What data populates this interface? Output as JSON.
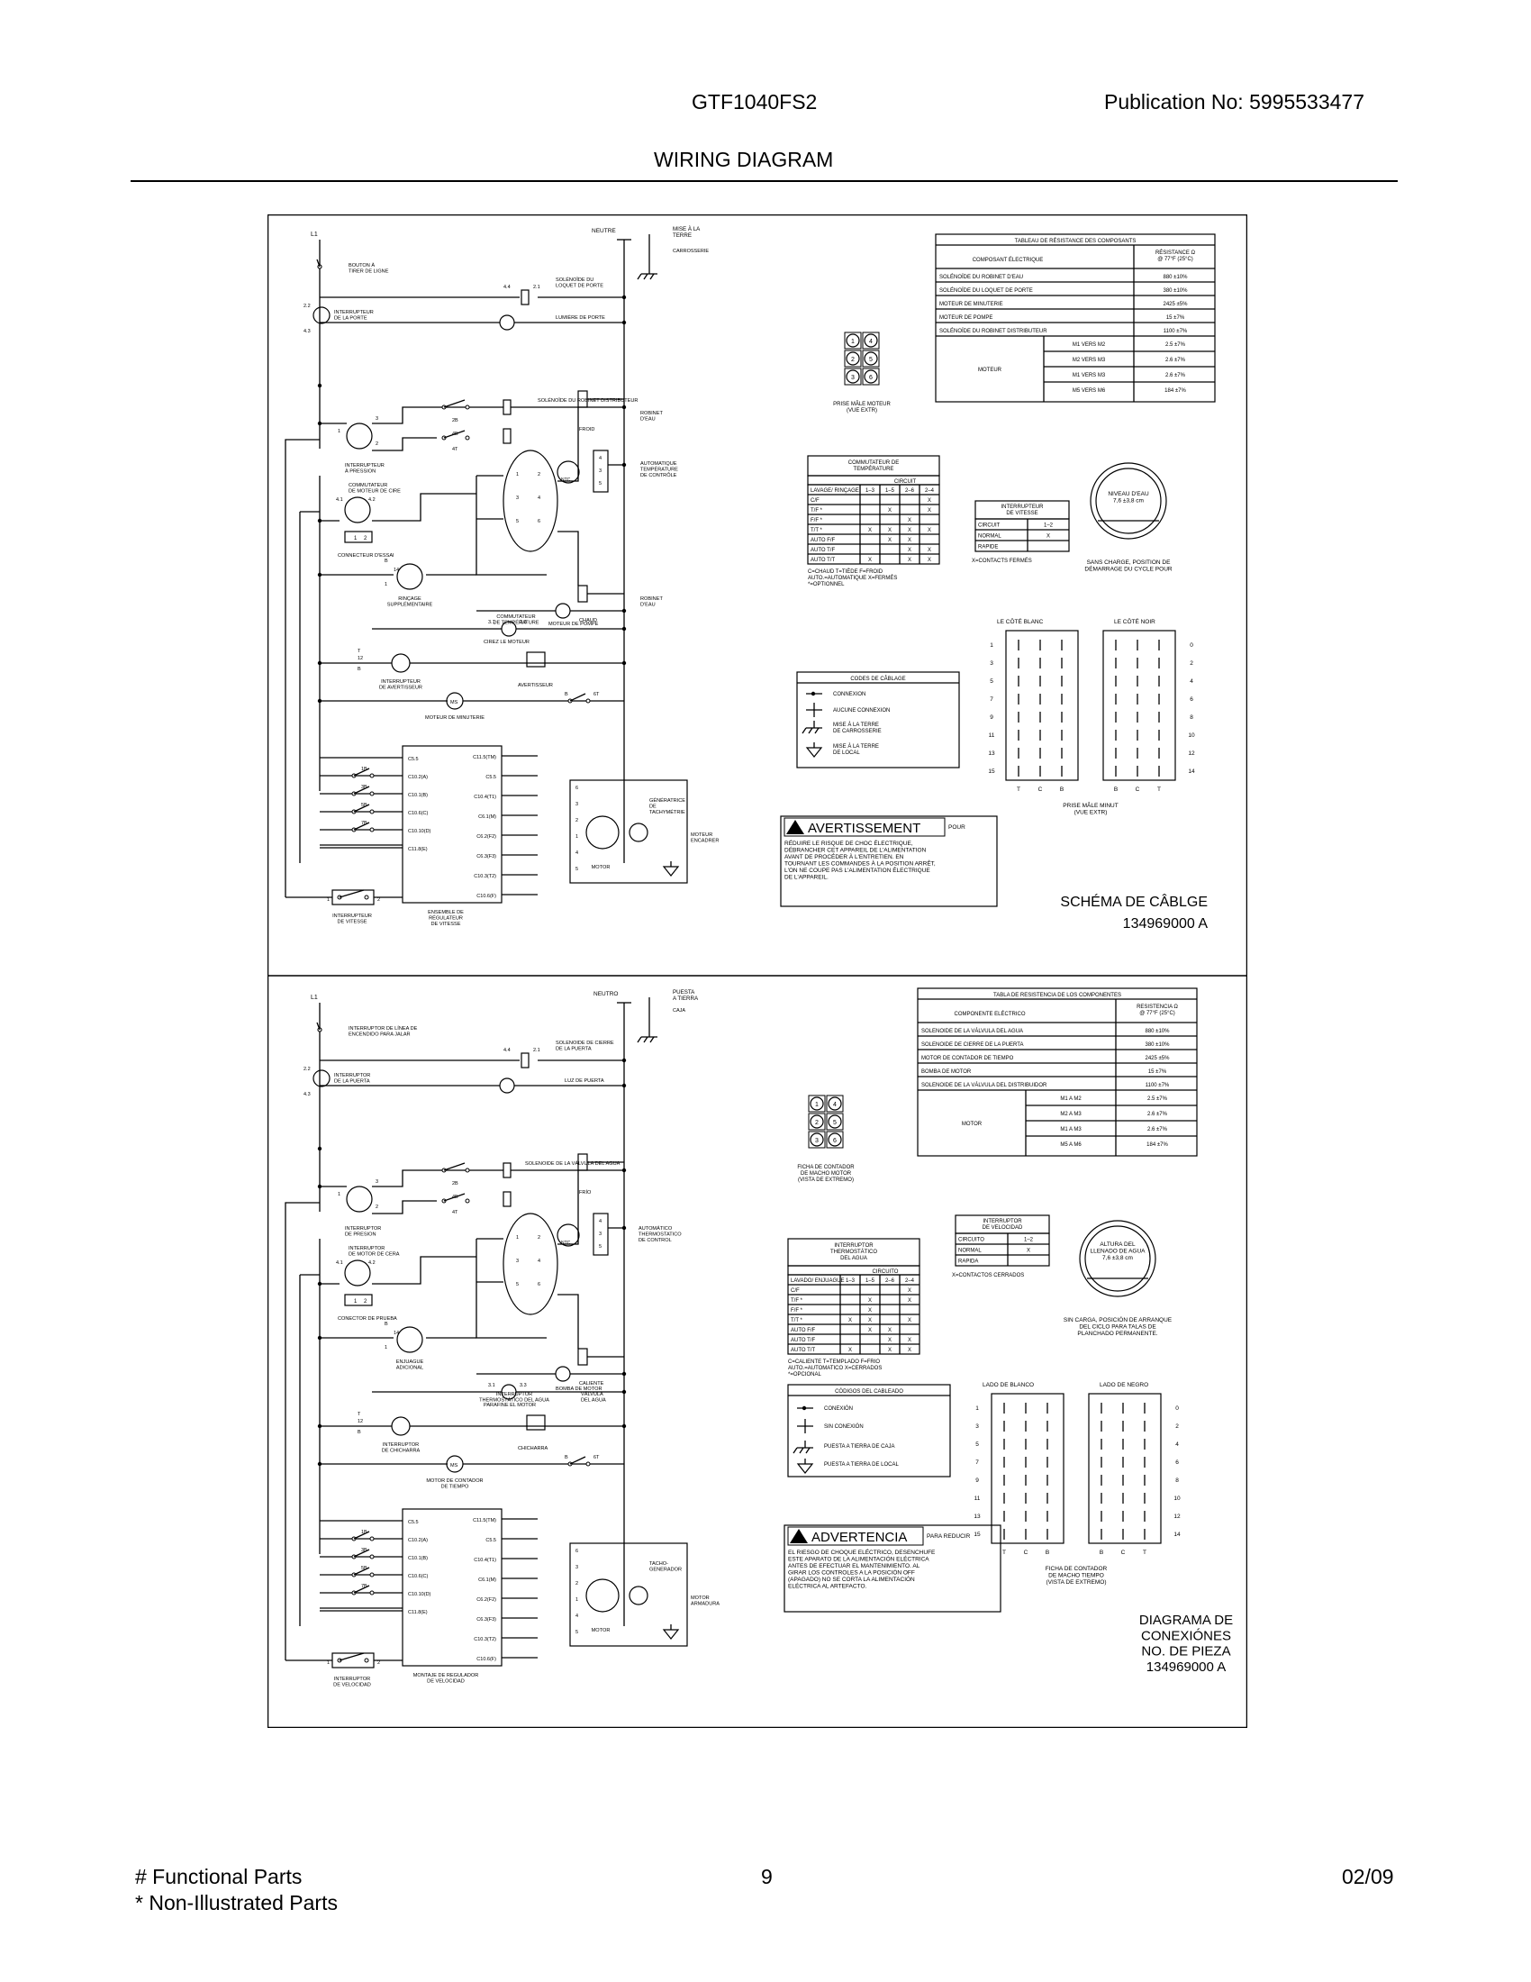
{
  "header": {
    "model": "GTF1040FS2",
    "publication": "Publication No:  5995533477",
    "title": "WIRING DIAGRAM"
  },
  "footer": {
    "functional": "# Functional Parts",
    "non_illustrated": "* Non-Illustrated Parts",
    "page": "9",
    "date": "02/09"
  },
  "french": {
    "l1": "L1",
    "neutre": "NEUTRE",
    "mise_terre": [
      "MISE À LA",
      "TERRE"
    ],
    "carrosserie": "CARROSSERIE",
    "bouton": [
      "BOUTON À",
      "TIRER DE LIGNE"
    ],
    "interrupteur_porte": [
      "INTERRUPTEUR",
      "DE LA PORTE"
    ],
    "solenoide_porte": [
      "SOLÉNOÏDE DU",
      "LOQUET DE PORTE"
    ],
    "lumiere": "LUMIÈRE DE PORTE",
    "solenoide_distributeur": "SOLÉNOÏDE DU ROBINET DISTRIBUTEUR",
    "robinet_eau": [
      "ROBINET",
      "D'EAU"
    ],
    "froid": "FROID",
    "chaud": "CHAUD",
    "automatique": [
      "AUTOMATIQUE",
      "TEMPÉRATURE",
      "DE CONTRÔLE"
    ],
    "interrupteur_pression": [
      "INTERRUPTEUR",
      "À PRESSION"
    ],
    "commutateur_cire": [
      "COMMUTATEUR",
      "DE MOTEUR DE CIRE"
    ],
    "connecteur": "CONNECTEUR D'ESSAI",
    "rincage": [
      "RINÇAGE",
      "SUPPLÉMENTAIRE"
    ],
    "commutateur_temp": [
      "COMMUTATEUR",
      "DE TEMPÉRATURE"
    ],
    "moteur_pompe": "MOTEUR DE POMPE",
    "cirez": "CIREZ LE MOTEUR",
    "interrupteur_avertisseur": [
      "INTERRUPTEUR",
      "DE AVERTISSEUR"
    ],
    "avertisseur": "AVERTISSEUR",
    "moteur_minuterie": "MOTEUR DE MINUTERIE",
    "generatrice": [
      "GÉNÉRATRICE",
      "DE",
      "TACHYMÉTRIE"
    ],
    "motor": "MOTOR",
    "moteur_encadrer": [
      "MOTEUR",
      "ENCADRER"
    ],
    "interrupteur_vitesse": [
      "INTERRUPTEUR",
      "DE VITESSE"
    ],
    "ensemble": [
      "ENSEMBLE DE",
      "RÉGULATEUR",
      "DE VITESSE"
    ],
    "prise_moteur": [
      "PRISE MÂLE MOTEUR",
      "(VUE EXTR)"
    ],
    "prise_minut": [
      "PRISE MÂLE MINUT",
      "(VUE EXTR)"
    ],
    "cote_blanc": "LE CÔTÉ BLANC",
    "cote_noir": "LE CÔTÉ NOIR",
    "niveau": [
      "NIVEAU D'EAU",
      "7,6 ±3,8 cm"
    ],
    "sans_charge": [
      "SANS CHARGE, POSITION DE",
      "DÉMARRAGE DU CYCLE POUR"
    ],
    "codes_title": "CODES DE CÂBLAGE",
    "codes": [
      "CONNEXION",
      "AUCUNE CONNEXION",
      "MISE À LA TERRE",
      "DE CARROSSERIE",
      "MISE À LA TERRE",
      "DE LOCAL"
    ],
    "avert_title": "AVERTISSEMENT",
    "avert_pour": "POUR",
    "avert_text": [
      "RÉDUIRE LE RISQUE DE CHOC ÉLECTRIQUE,",
      "DÉBRANCHER CET APPAREIL DE L'ALIMENTATION",
      "AVANT DE PROCÉDER À L'ENTRETIEN. EN",
      "TOURNANT LES COMMANDES À LA POSITION ARRÊT,",
      "L'ON NE COUPE PAS L'ALIMENTATION ÉLECTRIQUE",
      "DE L'APPAREIL."
    ],
    "schema": "SCHÉMA DE CÂBLGE",
    "part": "134969000  A",
    "res_table": {
      "title": "TABLEAU DE RÉSISTANCE DES COMPOSANTS",
      "col1": "COMPOSANT ÉLECTRIQUE",
      "col2": [
        "RÉSISTANCE Ω",
        "@ 77°F (25°C)"
      ],
      "rows": [
        [
          "SOLÉNOÏDE DU ROBINET D'EAU",
          "880 ±10%"
        ],
        [
          "SOLÉNOÏDE DU LOQUET DE PORTE",
          "380 ±10%"
        ],
        [
          "MOTEUR DE MINUTERIE",
          "2425 ±5%"
        ],
        [
          "MOTEUR DE POMPE",
          "15 ±7%"
        ],
        [
          "SOLÉNOÏDE DU ROBINET DISTRIBUTEUR",
          "1100 ±7%"
        ]
      ],
      "motor_label": "MOTEUR",
      "motor_rows": [
        [
          "M1 VERS M2",
          "2.5 ±7%"
        ],
        [
          "M2 VERS M3",
          "2.6 ±7%"
        ],
        [
          "M1 VERS M3",
          "2.6 ±7%"
        ],
        [
          "M5 VERS M6",
          "184 ±7%"
        ]
      ]
    },
    "temp_table": {
      "title": [
        "COMMUTATEUR DE",
        "TEMPÉRATURE"
      ],
      "circuit": "CIRCUIT",
      "left": [
        "LAVAGE/",
        "RINÇAGE"
      ],
      "cols": [
        "1–3",
        "1–5",
        "2–6",
        "2–4"
      ],
      "rows": [
        [
          "C/F",
          "",
          "",
          "",
          "X"
        ],
        [
          "T/F *",
          "",
          "X",
          "",
          "X"
        ],
        [
          "F/F *",
          "",
          "",
          "X",
          ""
        ],
        [
          "T/T *",
          "X",
          "X",
          "X",
          "X"
        ],
        [
          "AUTO F/F",
          "",
          "X",
          "X",
          ""
        ],
        [
          "AUTO T/F",
          "",
          "",
          "X",
          "X"
        ],
        [
          "AUTO T/T",
          "X",
          "",
          "X",
          "X"
        ]
      ],
      "legend": [
        "C=CHAUD  T=TIÈDE  F=FROID",
        "AUTO.=AUTOMATIQUE  X=FERMÉS",
        "*=OPTIONNEL"
      ]
    },
    "speed_table": {
      "title": [
        "INTERRUPTEUR",
        "DE VITESSE"
      ],
      "rows": [
        [
          "CIRCUIT",
          "1–2"
        ],
        [
          "NORMAL",
          "X"
        ],
        [
          "RAPIDE",
          ""
        ]
      ],
      "legend": "X=CONTACTS FERMÉS"
    }
  },
  "spanish": {
    "l1": "L1",
    "neutro": "NEUTRO",
    "puesta": [
      "PUESTA",
      "A TIERRA"
    ],
    "caja": "CAJA",
    "interruptor_linea": [
      "INTERRUPTOR DE LÍNEA DE",
      "ENCENDIDO PARA JALAR"
    ],
    "interruptor_puerta": [
      "INTERRUPTOR",
      "DE LA PUERTA"
    ],
    "solenoide_cierre": [
      "SOLENOIDE DE CIERRE",
      "DE LA PUERTA"
    ],
    "luz": "LUZ DE PUERTA",
    "solenoide_valvula": "SOLENOIDE DE LA VÁLVULA DEL AGUA",
    "frio": "FRÍO",
    "caliente": "CALIENTE",
    "valvula": [
      "VÁLVULA",
      "DEL AGUA"
    ],
    "automatico": [
      "AUTOMÁTICO",
      "THERMOSTATICO",
      "DE CONTROL"
    ],
    "interruptor_presion": [
      "INTERRUPTOR",
      "DE PRESION"
    ],
    "interruptor_cera": [
      "INTERRUPTOR",
      "DE MOTOR DE CERA"
    ],
    "conector": "CONECTOR DE PRUEBA",
    "enjuague": [
      "ENJUAGUE",
      "ADICIONAL"
    ],
    "termostatico": [
      "INTERRUPTOR",
      "THERMOSTÁTICO DEL AGUA"
    ],
    "bomba": "BOMBA DE MOTOR",
    "parafine": "PARAFINE EL MOTOR",
    "interruptor_chicharra": [
      "INTERRUPTOR",
      "DE CHICHARRA"
    ],
    "chicharra": "CHICHARRA",
    "motor_contador": [
      "MOTOR DE CONTADOR",
      "DE TIEMPO"
    ],
    "tacho": [
      "TACHO-",
      "GENERADOR"
    ],
    "motor": "MOTOR",
    "motor_armadura": [
      "MOTOR",
      "ARMADURA"
    ],
    "interruptor_velocidad": [
      "INTERRUPTOR",
      "DE VELOCIDAD"
    ],
    "montaje": [
      "MONTAJE DE REGULADOR",
      "DE VELOCIDAD"
    ],
    "ficha_motor": [
      "FICHA DE CONTADOR",
      "DE MACHO MOTOR",
      "(VISTA DE EXTREMO)"
    ],
    "ficha_tiempo": [
      "FICHA DE CONTADOR",
      "DE MACHO TIEMPO",
      "(VISTA DE EXTREMO)"
    ],
    "lado_blanco": "LADO DE BLANCO",
    "lado_negro": "LADO DE NEGRO",
    "altura": [
      "ALTURA DEL",
      "LLENADO DE AGUA",
      "7,6 ±3,8 cm"
    ],
    "sin_carga": [
      "SIN CARGA, POSICIÓN DE ARRANQUE",
      "DEL CICLO PARA TALAS DE",
      "PLANCHADO PERMANENTE."
    ],
    "codes_title": "CÓDIGOS DEL CABLEADO",
    "codes": [
      "CONEXIÓN",
      "SIN CONEXIÓN",
      "PUESTA A TIERRA DE CAJA",
      "PUESTA A TIERRA DE LOCAL"
    ],
    "adv_title": "ADVERTENCIA",
    "adv_para": "PARA REDUCIR",
    "adv_text": [
      "EL RIESGO DE CHOQUE ELÉCTRICO, DESENCHUFE",
      "ESTE APARATO DE LA ALIMENTACIÓN ELÉCTRICA",
      "ANTES DE EFECTUAR EL MANTENIMIENTO. AL",
      "GIRAR LOS CONTROLES A LA POSICIÓN OFF",
      "(APAGADO) NO SE CORTA LA ALIMENTACIÓN",
      "ELÉCTRICA AL ARTEFACTO."
    ],
    "diagrama": [
      "DIAGRAMA DE",
      "CONEXIÓNES",
      "NO. DE PIEZA",
      "134969000  A"
    ],
    "res_table": {
      "title": "TABLA DE RESISTENCIA DE LOS COMPONENTES",
      "col1": "COMPONENTE ELÉCTRICO",
      "col2": [
        "RESISTENCIA Ω",
        "@ 77°F (25°C)"
      ],
      "rows": [
        [
          "SOLENOIDE DE LA VÁLVULA DEL AGUA",
          "880 ±10%"
        ],
        [
          "SOLENOIDE DE CIERRE DE LA PUERTA",
          "380 ±10%"
        ],
        [
          "MOTOR DE CONTADOR DE TIEMPO",
          "2425 ±5%"
        ],
        [
          "BOMBA DE MOTOR",
          "15 ±7%"
        ],
        [
          "SOLENOIDE DE LA VÁLVULA DEL DISTRIBUIDOR",
          "1100 ±7%"
        ]
      ],
      "motor_label": "MOTOR",
      "motor_rows": [
        [
          "M1 A M2",
          "2.5 ±7%"
        ],
        [
          "M2 A M3",
          "2.6 ±7%"
        ],
        [
          "M1 A M3",
          "2.6 ±7%"
        ],
        [
          "M5 A M6",
          "184 ±7%"
        ]
      ]
    },
    "temp_table": {
      "title": [
        "INTERRUPTOR",
        "THERMOSTÁTICO",
        "DEL AGUA"
      ],
      "circuit": "CIRCUITO",
      "left": [
        "LAVADO/",
        "ENJUAGUE"
      ],
      "cols": [
        "1–3",
        "1–5",
        "2–6",
        "2–4"
      ],
      "rows": [
        [
          "C/F",
          "",
          "",
          "",
          "X"
        ],
        [
          "T/F *",
          "",
          "X",
          "",
          "X"
        ],
        [
          "F/F *",
          "",
          "X",
          "",
          ""
        ],
        [
          "T/T *",
          "X",
          "X",
          "",
          "X"
        ],
        [
          "AUTO F/F",
          "",
          "X",
          "X",
          ""
        ],
        [
          "AUTO T/F",
          "",
          "",
          "X",
          "X"
        ],
        [
          "AUTO T/T",
          "X",
          "",
          "X",
          "X"
        ]
      ],
      "legend": [
        "C=CALIENTE  T=TEMPLADO  F=FRIO",
        "AUTO.=AUTOMATICO  X=CERRADOS",
        "*=OPCIONAL"
      ]
    },
    "speed_table": {
      "title": [
        "INTERRUPTOR",
        "DE VELOCIDAD"
      ],
      "rows": [
        [
          "CIRCUITO",
          "1–2"
        ],
        [
          "NORMAL",
          "X"
        ],
        [
          "RAPIDA",
          ""
        ]
      ],
      "legend": "X=CONTACTOS CERRADOS"
    }
  },
  "labels": {
    "controller_left": [
      "C5.5",
      "C10.2(A)",
      "C10.1(B)",
      "C10.6(C)",
      "C10.10(D)",
      "C11.8(E)"
    ],
    "controller_right": [
      "C11.5(TM)",
      "C5.5",
      "C10.4(T1)",
      "C6.1(M)",
      "C6.2(F2)",
      "C6.3(F3)",
      "C10.3(T2)",
      "C10.6(F)"
    ],
    "contacts": [
      "1B",
      "3B",
      "5B",
      "7B"
    ],
    "pin_numbers_left": [
      "1",
      "3",
      "5",
      "7",
      "9",
      "11",
      "13",
      "15"
    ],
    "pin_numbers_right": [
      "0",
      "2",
      "4",
      "6",
      "8",
      "10",
      "12",
      "14"
    ],
    "pin_tcb": [
      "T",
      "C",
      "B"
    ],
    "pin_bct": [
      "B",
      "C",
      "T"
    ],
    "motor_pins": [
      "1",
      "4",
      "2",
      "5",
      "3",
      "6"
    ]
  }
}
